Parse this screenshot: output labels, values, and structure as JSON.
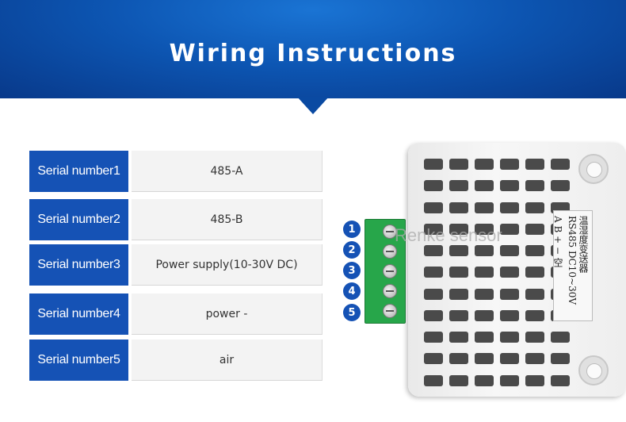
{
  "header": {
    "title": "Wiring Instructions"
  },
  "rows": [
    {
      "label": "Serial number1",
      "value": "485-A"
    },
    {
      "label": "Serial number2",
      "value": "485-B"
    },
    {
      "label": "Serial number3",
      "value": "Power supply(10-30V DC)"
    },
    {
      "label": "Serial number4",
      "value": "power -"
    },
    {
      "label": "Serial number5",
      "value": "air"
    }
  ],
  "device": {
    "pins": [
      "1",
      "2",
      "3",
      "4",
      "5"
    ],
    "plate_lines": [
      "温湿度变送器",
      "RS485 DC10~30V",
      "A B + − 空"
    ],
    "watermark": "Renke sensor"
  },
  "colors": {
    "banner": "#0d56b3",
    "label_bg": "#1552b5",
    "value_bg": "#f3f3f3",
    "terminal": "#27a64a"
  }
}
